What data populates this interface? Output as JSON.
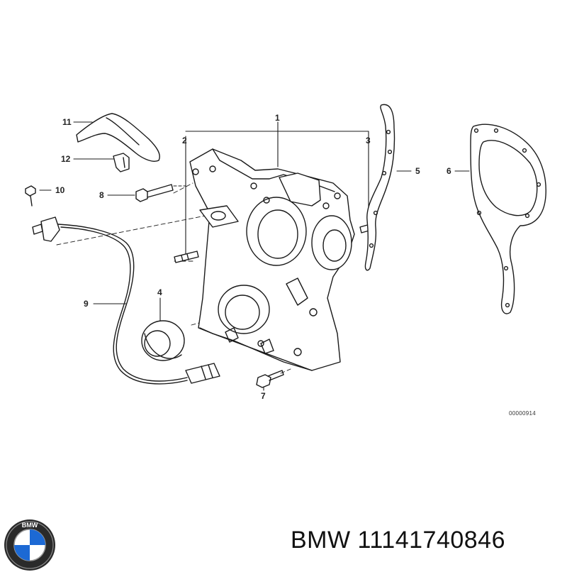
{
  "diagram": {
    "callouts": [
      {
        "id": "1",
        "label": "1"
      },
      {
        "id": "2",
        "label": "2"
      },
      {
        "id": "3",
        "label": "3"
      },
      {
        "id": "4",
        "label": "4"
      },
      {
        "id": "5",
        "label": "5"
      },
      {
        "id": "6",
        "label": "6"
      },
      {
        "id": "7",
        "label": "7"
      },
      {
        "id": "8",
        "label": "8"
      },
      {
        "id": "9",
        "label": "9"
      },
      {
        "id": "10",
        "label": "10"
      },
      {
        "id": "11",
        "label": "11"
      },
      {
        "id": "12",
        "label": "12"
      }
    ],
    "reference_code": "00000914"
  },
  "caption": {
    "brand": "BMW",
    "part_number": "11141740846",
    "text": "BMW 11141740846"
  },
  "logo": {
    "icon": "bmw-roundel-icon",
    "lettering": "BMW",
    "colors": {
      "blue": "#1c69d4",
      "white": "#ffffff",
      "ring": "#111111",
      "silver": "#9a9a9a"
    }
  }
}
